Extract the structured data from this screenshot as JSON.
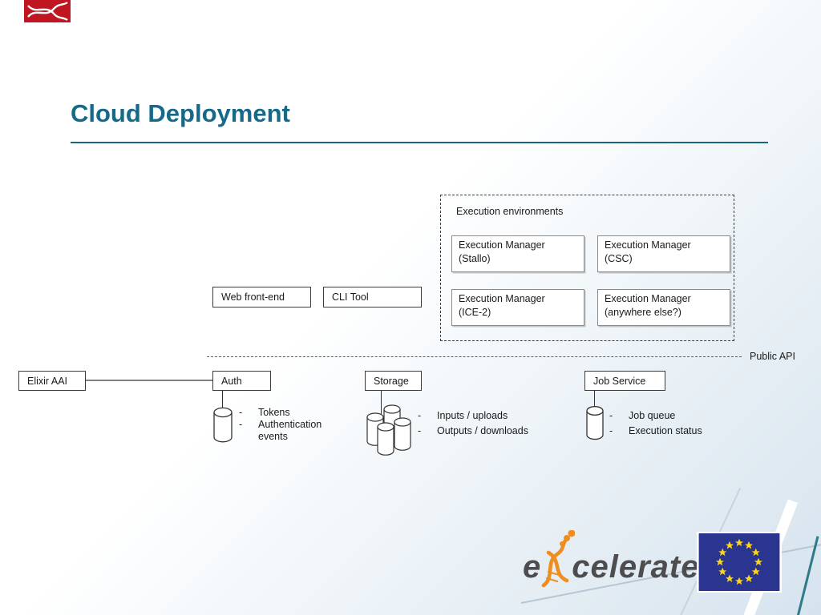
{
  "title": {
    "text": "Cloud Deployment",
    "color": "#166988",
    "rule_color": "#17687f"
  },
  "header_logo": {
    "name": "elixir-logo",
    "bg_color": "#c01622"
  },
  "execution_environments": {
    "label": "Execution environments",
    "managers": [
      {
        "name": "Execution Manager",
        "site": "(Stallo)"
      },
      {
        "name": "Execution Manager",
        "site": "(CSC)"
      },
      {
        "name": "Execution Manager",
        "site": "(ICE-2)"
      },
      {
        "name": "Execution Manager",
        "site": "(anywhere else?)"
      }
    ]
  },
  "clients": {
    "web": "Web front-end",
    "cli": "CLI Tool"
  },
  "api": {
    "label": "Public API"
  },
  "services": {
    "aai": "Elixir AAI",
    "auth": "Auth",
    "storage": "Storage",
    "job": "Job Service"
  },
  "datastores": {
    "auth": {
      "items": [
        "Tokens",
        "Authentication events"
      ]
    },
    "storage": {
      "items": [
        "Inputs / uploads",
        "Outputs / downloads"
      ]
    },
    "job": {
      "items": [
        "Job queue",
        "Execution status"
      ]
    }
  },
  "footer": {
    "excelerate_prefix": "e",
    "excelerate_suffix": "celerate",
    "excelerate_text_color": "#4d4d4f",
    "excelerate_accent_color": "#ef8d1f",
    "eu_flag_blue": "#2a3590",
    "eu_flag_star_yellow": "#ffd617"
  }
}
